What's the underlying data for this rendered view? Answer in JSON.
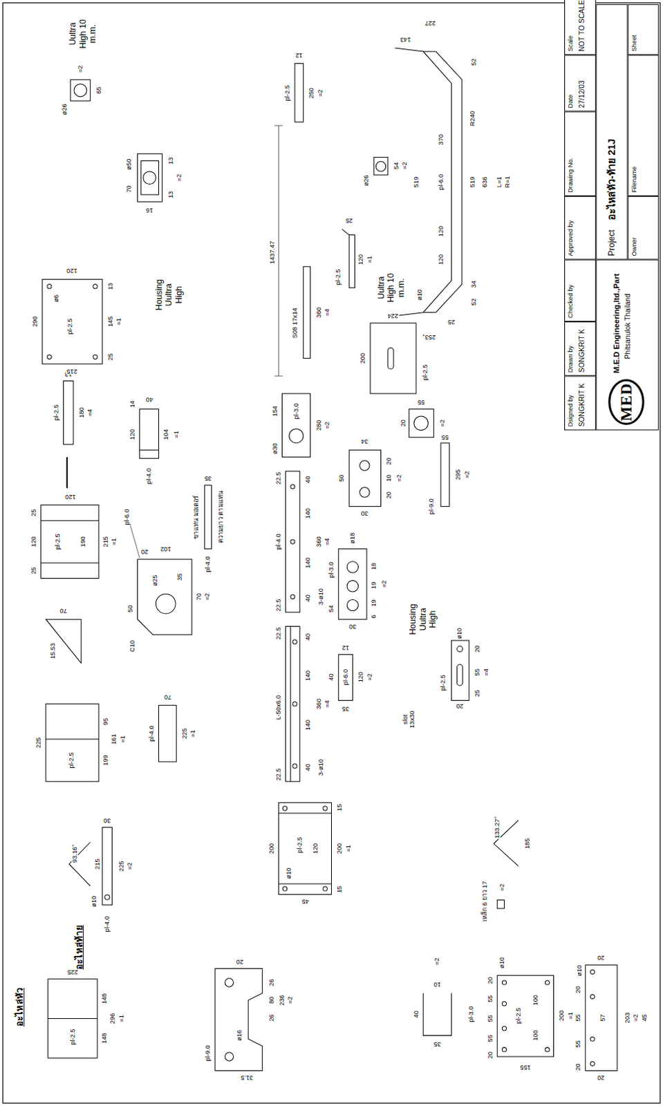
{
  "diagram": {
    "nodes": [
      {
        "text": [
          "Dsigned by",
          "SONGKRIT K"
        ]
      },
      {
        "text": [
          "Drawn by",
          "SONGKRIT K"
        ]
      },
      {
        "text": [
          "Checked by"
        ]
      },
      {
        "text": [
          "Approved by"
        ]
      },
      {
        "text": [
          "Drawing No."
        ]
      },
      {
        "text": [
          "Date",
          "27/12/03"
        ]
      },
      {
        "text": [
          "Scale",
          "NOT TO SCALE"
        ]
      },
      {
        "text": [
          "M.E.D Engineering,ltd.,Part",
          "Phitsanulok Thailand"
        ]
      },
      {
        "text": [
          "MED"
        ],
        "in": 7
      },
      {
        "text": [
          "Project",
          "อะไหล่หัว-ท้าย 21J"
        ]
      },
      {
        "text": [
          "Owner"
        ]
      },
      {
        "text": [
          "Filename"
        ]
      },
      {
        "text": [
          "Sheet"
        ]
      }
    ],
    "labels": [
      "อะไหล่หัว",
      "225",
      "pl-2.5",
      "148",
      "148",
      "296",
      "=1",
      "อะไหล่ท้าย",
      "93.16°",
      "215",
      "pl-4.0",
      "ø10",
      "30",
      "225",
      "=2",
      "225",
      "pl-2.5",
      "199",
      "95",
      "161",
      "=1",
      "15.53",
      "70",
      "25",
      "120",
      "25",
      "pl-2.5",
      "190",
      "215",
      "=1",
      "120",
      "pl-2.5",
      "180",
      "=4",
      "13",
      "290",
      "215",
      "pl-2.5",
      "ø6",
      "145",
      "=1",
      "120",
      "25",
      "13",
      "ø26",
      "65",
      "=2",
      "Uultra High 10 m.m.",
      "ø50",
      "70",
      "16",
      "13",
      "13",
      "=2",
      "Housing Uultra High",
      "pl-4.0",
      "120",
      "14",
      "104",
      "40",
      "=1",
      "ขาแท่น มอเตอร์",
      "pl-4.0",
      "35",
      "ความยาว ตามแท่น",
      "pl-6.0",
      "C10",
      "50",
      "ø25",
      "35",
      "102",
      "20",
      "70",
      "=2",
      "pl-4.0",
      "70",
      "225",
      "=1",
      "pl-9.0",
      "ø16",
      "31.5",
      "26",
      "80",
      "26",
      "236",
      "=2",
      "20",
      "200",
      "ø10",
      "pl-2.5",
      "120",
      "200",
      "=1",
      "15",
      "15",
      "45",
      "22.5",
      "L-50x6.0",
      "40",
      "140",
      "140",
      "40",
      "360",
      "=4",
      "3-ø10",
      "22.5",
      "22.5",
      "pl-4.0",
      "40",
      "140",
      "140",
      "40",
      "360",
      "=4",
      "3-ø10",
      "22.5",
      "ø30",
      "154",
      "pl-3.0",
      "280",
      "=2",
      "1437.47",
      "S08 17x14",
      "360",
      "=4",
      "pl-2.5",
      "12",
      "250",
      "=2",
      "pl-2.5",
      "25",
      "120",
      "=1",
      "40",
      "35",
      "pl-6.0",
      "120",
      "=2",
      "12",
      "54",
      "pl-3.0",
      "6",
      "19",
      "19",
      "18",
      "ø18",
      "=2",
      "30",
      "50",
      "20",
      "10",
      "20",
      "34",
      "30",
      "=2",
      "200",
      "224",
      "pl-2.5",
      "=1",
      "Uultra High 10 m.m.",
      "ø26",
      "54",
      "=2",
      "Housing Uultra High",
      "=2",
      "55",
      "20",
      "pl-9.0",
      "295",
      "=2",
      "55",
      "slot 13x30",
      "pl-2.5",
      "20",
      "25",
      "55",
      "20",
      "ø10",
      "=4",
      "pl-3.0",
      "40",
      "10",
      "35",
      "=2",
      "20",
      "55",
      "55",
      "55",
      "20",
      "ø10",
      "pl-2.5",
      "100",
      "100",
      "155",
      "200",
      "=1",
      "เหล็ก 6 ยาว 17",
      "=2",
      "133.27°",
      "185",
      "20",
      "55",
      "55",
      "20",
      "ø10",
      "57",
      "203",
      "=2",
      "45",
      "20",
      "20",
      "227",
      "143",
      "52",
      "519",
      "120",
      "120",
      "pl-6.0",
      "370",
      "ø10",
      "R240",
      "519",
      "636",
      "L=1",
      "R=1",
      "52",
      "25",
      "34",
      "253"
    ]
  }
}
